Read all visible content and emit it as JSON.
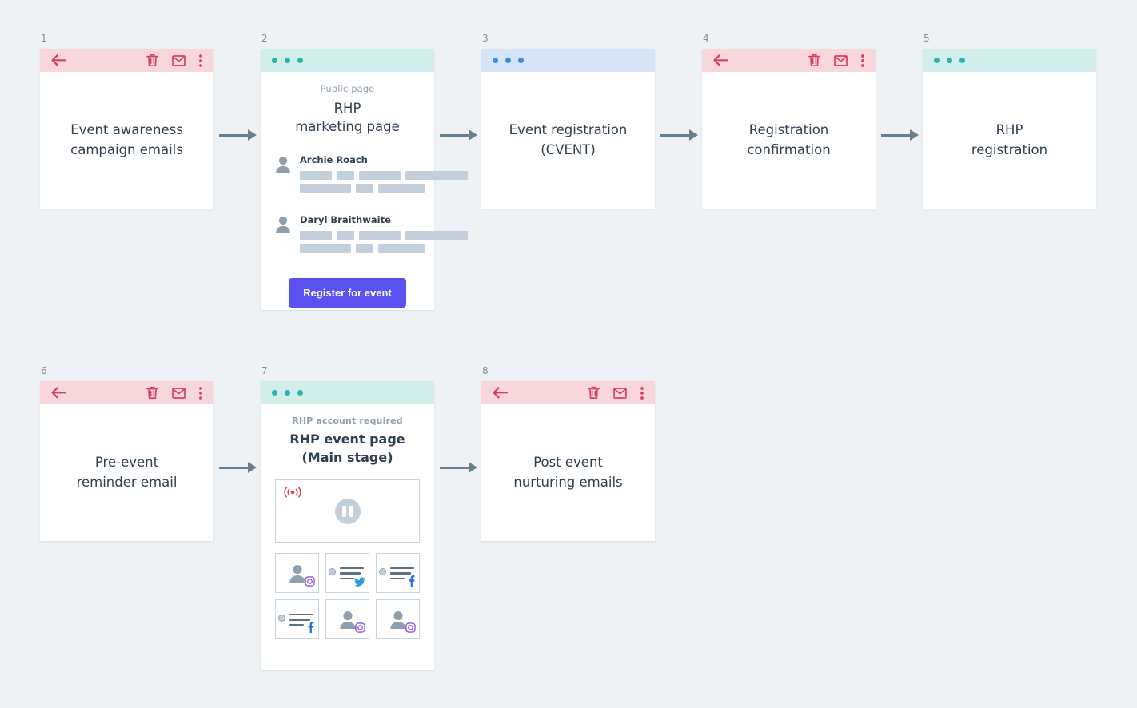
{
  "background_color": "#eef2f5",
  "theme": {
    "mail_header_bg": "#f8d7dc",
    "mail_icon_color": "#d6405f",
    "teal_header_bg": "#d2eeea",
    "teal_dot": "#2ab5a8",
    "blue_header_bg": "#d5e4f7",
    "blue_dot": "#3b8ede",
    "text_color": "#2e4052",
    "muted_color": "#8d9fad",
    "placeholder_bar": "#c3cfdb",
    "button_purple": "#5b51f0",
    "arrow_color": "#66808f",
    "instagram_purple": "#8a4fe0",
    "twitter_blue": "#2d9cdb",
    "facebook_blue": "#2272d6",
    "live_red": "#e03b4e"
  },
  "cards": [
    {
      "number": "1",
      "type": "email",
      "title": "Event awareness campaign emails",
      "title_lines": [
        "Event awareness",
        "campaign emails"
      ],
      "header_icons": [
        "back-arrow-icon",
        "trash-icon",
        "envelope-icon",
        "kebab-menu-icon"
      ]
    },
    {
      "number": "2",
      "type": "browser-teal",
      "eyebrow": "Public page",
      "title_lines": [
        "RHP",
        "marketing page"
      ],
      "speakers": [
        {
          "name": "Archie Roach",
          "bar_rows": [
            [
              40,
              22,
              52,
              78
            ],
            [
              64,
              22,
              58
            ]
          ]
        },
        {
          "name": "Daryl Braithwaite",
          "bar_rows": [
            [
              40,
              22,
              52,
              78
            ],
            [
              64,
              22,
              58
            ]
          ]
        }
      ],
      "button_label": "Register for event"
    },
    {
      "number": "3",
      "type": "browser-blue",
      "title_lines": [
        "Event registration",
        "(CVENT)"
      ]
    },
    {
      "number": "4",
      "type": "email",
      "title_lines": [
        "Registration",
        "confirmation"
      ],
      "header_icons": [
        "back-arrow-icon",
        "trash-icon",
        "envelope-icon",
        "kebab-menu-icon"
      ]
    },
    {
      "number": "5",
      "type": "browser-teal",
      "title_lines": [
        "RHP",
        "registration"
      ]
    },
    {
      "number": "6",
      "type": "email",
      "title_lines": [
        "Pre-event",
        "reminder email"
      ],
      "header_icons": [
        "back-arrow-icon",
        "trash-icon",
        "envelope-icon",
        "kebab-menu-icon"
      ]
    },
    {
      "number": "7",
      "type": "browser-teal",
      "eyebrow": "RHP account required",
      "title_lines": [
        "RHP event page",
        "(Main stage)"
      ],
      "video": {
        "live_badge": "((•))",
        "control": "pause-button"
      },
      "social_tiles": [
        {
          "content": "avatar",
          "network": "instagram"
        },
        {
          "content": "text",
          "network": "twitter"
        },
        {
          "content": "text",
          "network": "facebook"
        },
        {
          "content": "text",
          "network": "facebook"
        },
        {
          "content": "avatar",
          "network": "instagram"
        },
        {
          "content": "avatar",
          "network": "instagram"
        }
      ]
    },
    {
      "number": "8",
      "type": "email",
      "title_lines": [
        "Post event",
        "nurturing emails"
      ],
      "header_icons": [
        "back-arrow-icon",
        "trash-icon",
        "envelope-icon",
        "kebab-menu-icon"
      ]
    }
  ],
  "flow_arrows": [
    {
      "from": "1",
      "to": "2"
    },
    {
      "from": "2",
      "to": "3"
    },
    {
      "from": "3",
      "to": "4"
    },
    {
      "from": "4",
      "to": "5"
    },
    {
      "from": "6",
      "to": "7"
    },
    {
      "from": "7",
      "to": "8"
    }
  ]
}
